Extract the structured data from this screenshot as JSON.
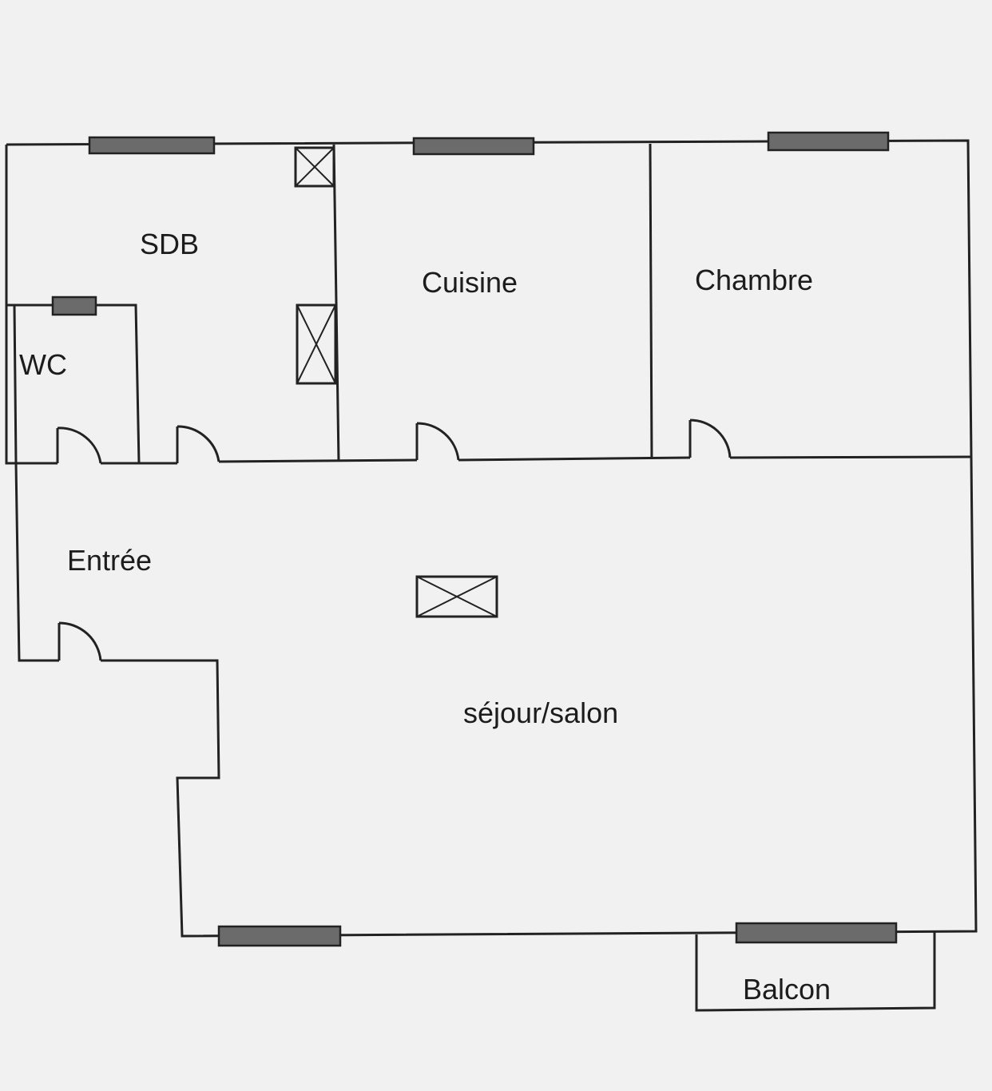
{
  "plan": {
    "rooms": [
      {
        "id": "sdb",
        "label": "SDB"
      },
      {
        "id": "wc",
        "label": "WC"
      },
      {
        "id": "cuisine",
        "label": "Cuisine"
      },
      {
        "id": "chambre",
        "label": "Chambre"
      },
      {
        "id": "entree",
        "label": "Entrée"
      },
      {
        "id": "sejour",
        "label": "séjour/salon"
      },
      {
        "id": "balcon",
        "label": "Balcon"
      }
    ]
  },
  "colors": {
    "background": "#f1f1f1",
    "wall": "#222222",
    "window_fill": "#6b6b6b"
  }
}
